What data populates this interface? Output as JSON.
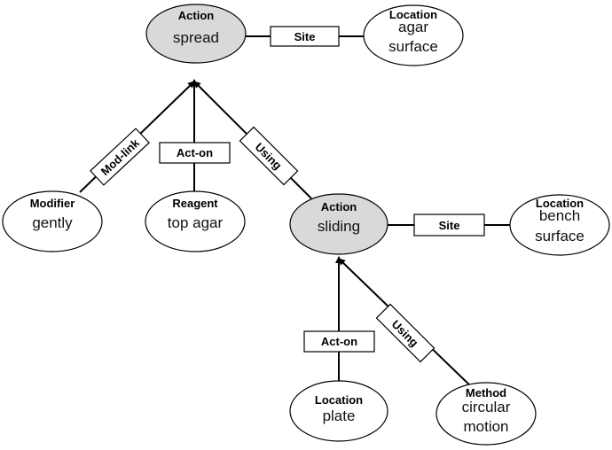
{
  "nodes": {
    "action_spread": {
      "type": "Action",
      "value": [
        "spread"
      ]
    },
    "location_agar": {
      "type": "Location",
      "value": [
        "agar",
        "surface"
      ]
    },
    "modifier": {
      "type": "Modifier",
      "value": [
        "gently"
      ]
    },
    "reagent": {
      "type": "Reagent",
      "value": [
        "top agar"
      ]
    },
    "action_sliding": {
      "type": "Action",
      "value": [
        "sliding"
      ]
    },
    "location_bench": {
      "type": "Location",
      "value": [
        "bench",
        "surface"
      ]
    },
    "location_plate": {
      "type": "Location",
      "value": [
        "plate"
      ]
    },
    "method": {
      "type": "Method",
      "value": [
        "circular",
        "motion"
      ]
    }
  },
  "relations": {
    "site_1": "Site",
    "modlink": "Mod-link",
    "acton_1": "Act-on",
    "using_1": "Using",
    "site_2": "Site",
    "acton_2": "Act-on",
    "using_2": "Using"
  },
  "colors": {
    "action_fill": "#d9d9d9",
    "other_fill": "#ffffff",
    "stroke": "#000000"
  }
}
